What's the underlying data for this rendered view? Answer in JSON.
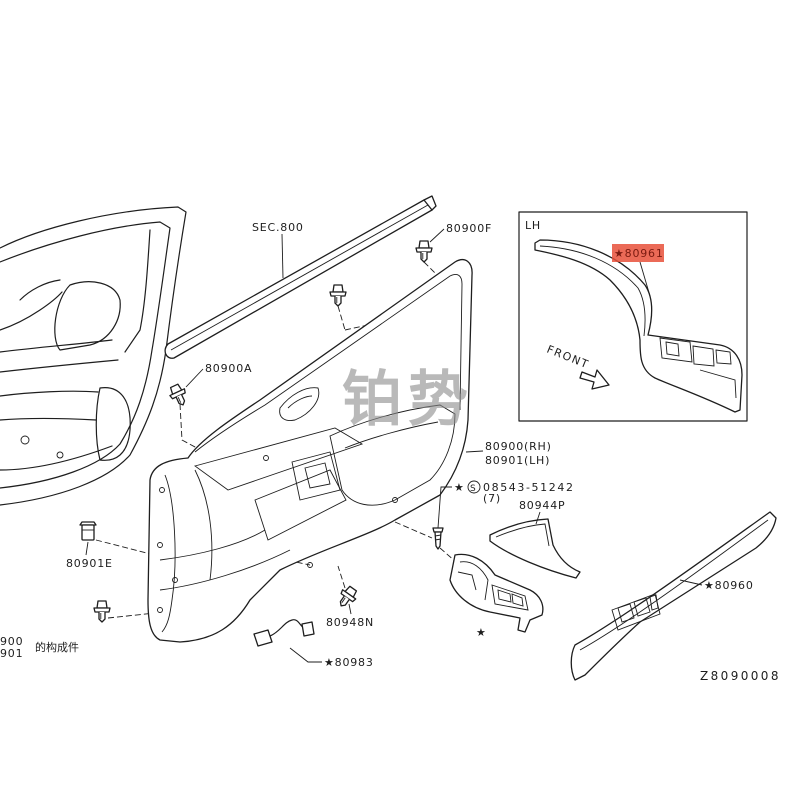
{
  "labels": {
    "sec800": "SEC.800",
    "p80900F": "80900F",
    "p80900A": "80900A",
    "p80900RH": "80900(RH)",
    "p80901LH": "80901(LH)",
    "screw_star": "★",
    "screw_symbol": "S",
    "screw_part": "08543-51242",
    "screw_qty": "(7)",
    "p80944P": "80944P",
    "p80901E": "80901E",
    "p80948N": "80948N",
    "p80983": "★80983",
    "p80960": "★80960",
    "armrest_star": "★",
    "diagram_code": "Z8090008",
    "left_partial_1": "900",
    "left_partial_2": "901",
    "left_partial_cn": "的构成件"
  },
  "inset": {
    "side": "LH",
    "part": "★80961",
    "front": "FRONT",
    "highlight_color": "#e8503a"
  },
  "watermark": "铂势"
}
